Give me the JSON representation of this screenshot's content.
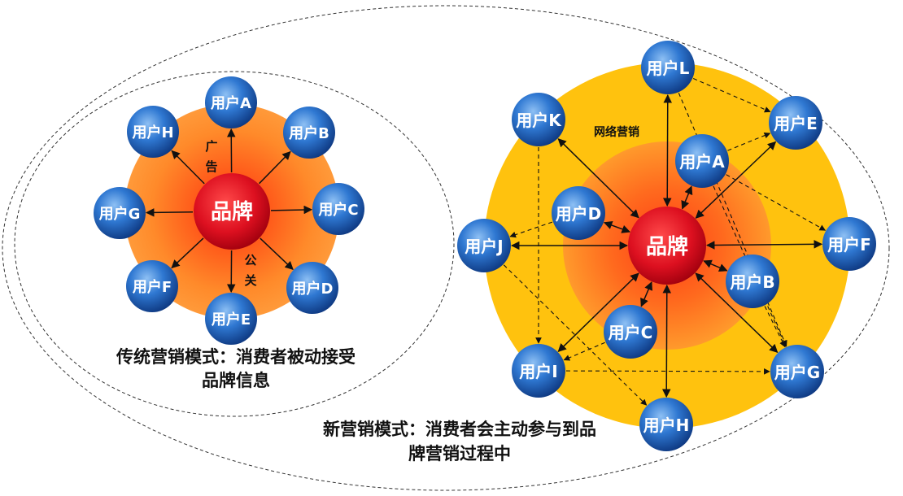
{
  "brand_label": "品牌",
  "traditional": {
    "caption_line1": "传统营销模式：消费者被动接受",
    "caption_line2": "品牌信息",
    "label_ad_1": "广",
    "label_ad_2": "告",
    "label_pr_1": "公",
    "label_pr_2": "关",
    "users": {
      "a": "用户A",
      "b": "用户B",
      "c": "用户C",
      "d": "用户D",
      "e": "用户E",
      "f": "用户F",
      "g": "用户G",
      "h": "用户H"
    }
  },
  "new_model": {
    "caption_line1": "新营销模式：消费者会主动参与到品",
    "caption_line2": "牌营销过程中",
    "network_label": "网络营销",
    "users": {
      "a": "用户A",
      "b": "用户B",
      "c": "用户C",
      "d": "用户D",
      "e": "用户E",
      "f": "用户F",
      "g": "用户G",
      "h": "用户H",
      "i": "用户I",
      "j": "用户J",
      "k": "用户K",
      "l": "用户L"
    }
  },
  "colors": {
    "user_node_light": "#6fa8e8",
    "user_node_dark": "#0f3f8c",
    "brand_light": "#ff3a3a",
    "brand_dark": "#b40012",
    "orange_disc": "#ff8a2a",
    "yellow_disc": "#ffc20e"
  }
}
